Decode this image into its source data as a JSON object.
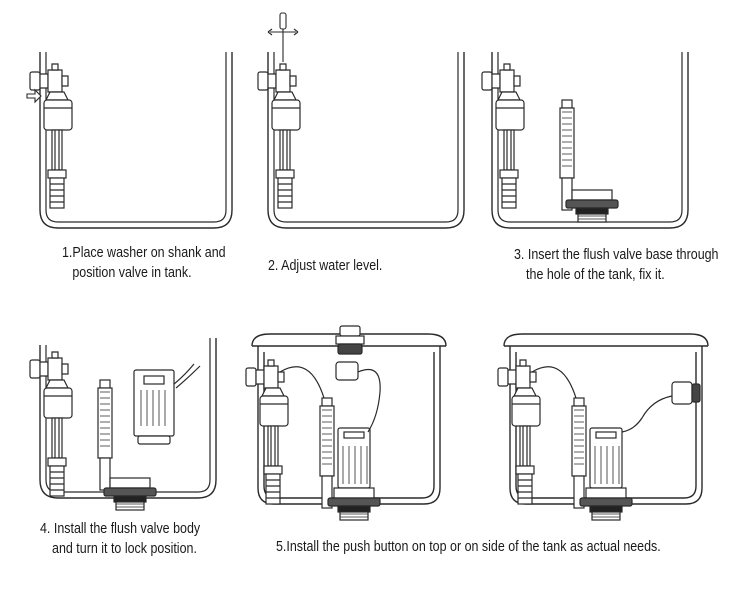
{
  "steps": [
    {
      "lines": [
        "1.Place washer on shank and",
        "position valve in tank."
      ]
    },
    {
      "lines": [
        "2. Adjust water level."
      ]
    },
    {
      "lines": [
        "3. Insert the flush valve base through",
        "the hole of the tank, fix it."
      ]
    },
    {
      "lines": [
        "4. Install the flush valve body",
        "and turn it to lock position."
      ]
    },
    {
      "lines": [
        "5.Install the push button on top or on side of the tank as actual needs."
      ]
    }
  ],
  "colors": {
    "line": "#2a2a2a",
    "background": "#ffffff"
  }
}
